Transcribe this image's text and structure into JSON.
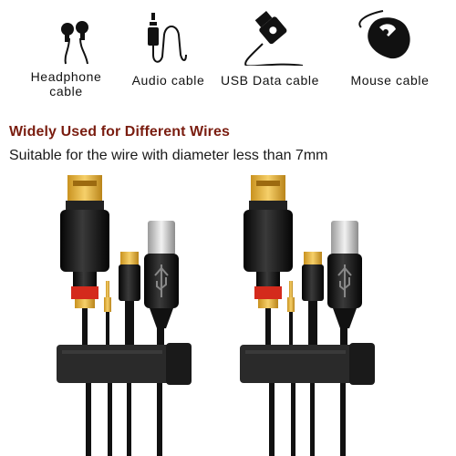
{
  "icons": [
    {
      "name": "headphone-icon",
      "label_line1": "Headphone",
      "label_line2": "cable"
    },
    {
      "name": "audio-jack-icon",
      "label": "Audio cable"
    },
    {
      "name": "usb-icon",
      "label": "USB Data cable"
    },
    {
      "name": "mouse-icon",
      "label": "Mouse cable"
    }
  ],
  "headline": "Widely Used for Different Wires",
  "subline": "Suitable for the wire with diameter less than 7mm",
  "colors": {
    "headline": "#7a1d10",
    "cable_black": "#151515",
    "hdmi_gold": "#e3b23c",
    "rca_red": "#d42a1c",
    "clip_gray": "#2a2a2a"
  }
}
